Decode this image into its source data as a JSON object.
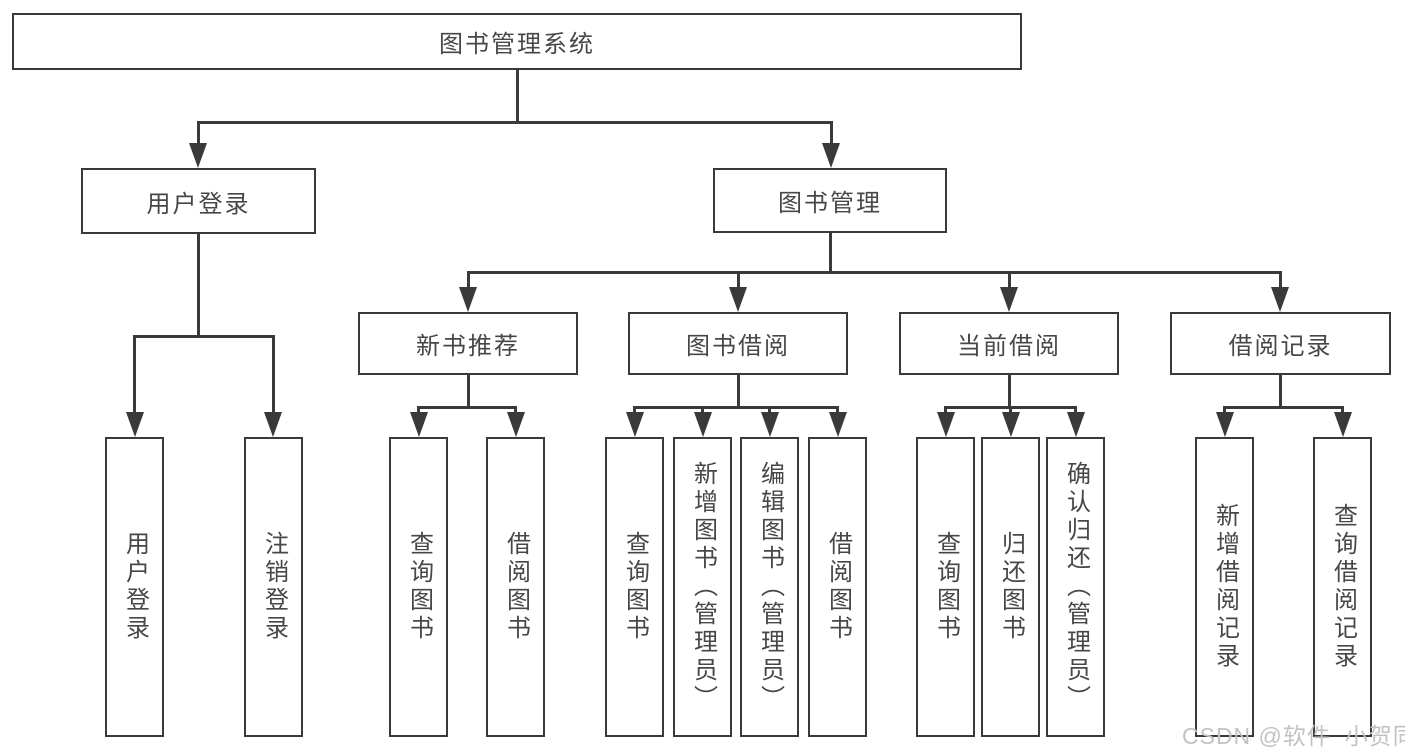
{
  "diagram": {
    "root": {
      "label": "图书管理系统"
    },
    "branches": [
      {
        "label": "用户登录",
        "children": [
          {
            "label": "用户登录"
          },
          {
            "label": "注销登录"
          }
        ]
      },
      {
        "label": "图书管理",
        "children": [
          {
            "label": "新书推荐",
            "children": [
              {
                "label": "查询图书"
              },
              {
                "label": "借阅图书"
              }
            ]
          },
          {
            "label": "图书借阅",
            "children": [
              {
                "label": "查询图书"
              },
              {
                "label": "新增图书（管理员）"
              },
              {
                "label": "编辑图书（管理员）"
              },
              {
                "label": "借阅图书"
              }
            ]
          },
          {
            "label": "当前借阅",
            "children": [
              {
                "label": "查询图书"
              },
              {
                "label": "归还图书"
              },
              {
                "label": "确认归还（管理员）"
              }
            ]
          },
          {
            "label": "借阅记录",
            "children": [
              {
                "label": "新增借阅记录"
              },
              {
                "label": "查询借阅记录"
              }
            ]
          }
        ]
      }
    ]
  },
  "watermark": {
    "text": "CSDN @软件_小贺同学"
  },
  "colors": {
    "line": "#3a3a3a",
    "text": "#474747",
    "background": "#ffffff",
    "watermark": "#c2c2c2"
  }
}
